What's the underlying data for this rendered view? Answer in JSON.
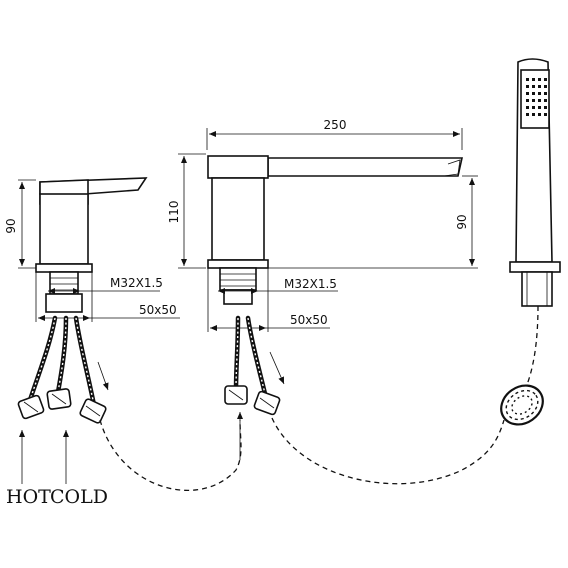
{
  "labels": {
    "hot": "HOT",
    "cold": "COLD"
  },
  "dimensions": {
    "left_height": "90",
    "left_thread": "M32X1.5",
    "left_base": "50x50",
    "spout_length": "250",
    "spout_height": "110",
    "spout_thread": "M32X1.5",
    "spout_base": "50x50",
    "spout_right_height": "90"
  }
}
